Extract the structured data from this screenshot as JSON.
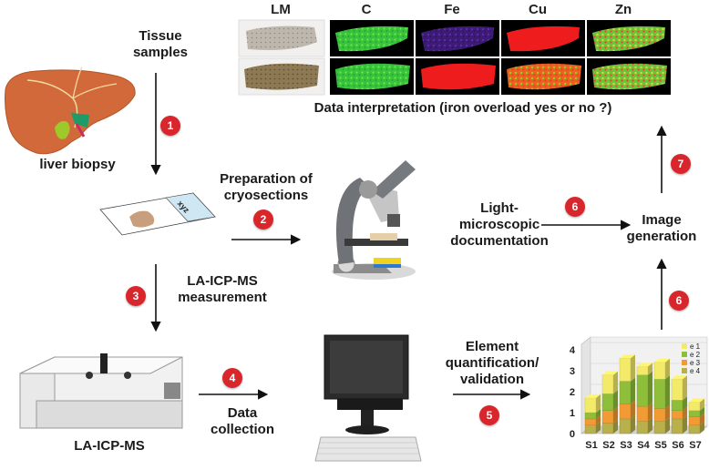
{
  "map_headers": [
    "LM",
    "C",
    "Fe",
    "Cu",
    "Zn"
  ],
  "labels": {
    "tissue_samples": "Tissue samples",
    "liver_biopsy": "liver biopsy",
    "preparation": "Preparation of cryosections",
    "la_icp_ms_measurement": "LA-ICP-MS measurement",
    "la_icp_ms": "LA-ICP-MS",
    "data_collection": "Data collection",
    "light_microscopic": "Light-microscopic documentation",
    "image_generation": "Image generation",
    "element_quantification": "Element quantification/ validation",
    "data_interpretation": "Data interpretation (iron overload yes or no ?)",
    "slide_text": "xyz"
  },
  "steps": [
    "1",
    "2",
    "3",
    "4",
    "5",
    "6",
    "6",
    "7"
  ],
  "colors": {
    "step": "#d9262c",
    "liver": "#d2693a",
    "gallbladder": "#9ec92a"
  },
  "chart_data": {
    "type": "bar",
    "categories": [
      "S1",
      "S2",
      "S3",
      "S4",
      "S5",
      "S6",
      "S7"
    ],
    "ylim": [
      0,
      4
    ],
    "yticks": [
      0,
      1,
      2,
      3,
      4
    ],
    "stacked": true,
    "series": [
      {
        "name": "e 1",
        "color": "#f4ea6a",
        "values": [
          0.7,
          0.9,
          1.1,
          0.4,
          0.8,
          1.0,
          0.4
        ]
      },
      {
        "name": "e 2",
        "color": "#8fbf3a",
        "values": [
          0.3,
          0.8,
          1.1,
          1.5,
          1.4,
          0.5,
          0.3
        ]
      },
      {
        "name": "e 3",
        "color": "#f29a33",
        "values": [
          0.3,
          0.6,
          0.7,
          0.7,
          0.6,
          0.4,
          0.4
        ]
      },
      {
        "name": "e 4",
        "color": "#b8b04a",
        "values": [
          0.4,
          0.5,
          0.7,
          0.6,
          0.6,
          0.7,
          0.4
        ]
      }
    ]
  }
}
